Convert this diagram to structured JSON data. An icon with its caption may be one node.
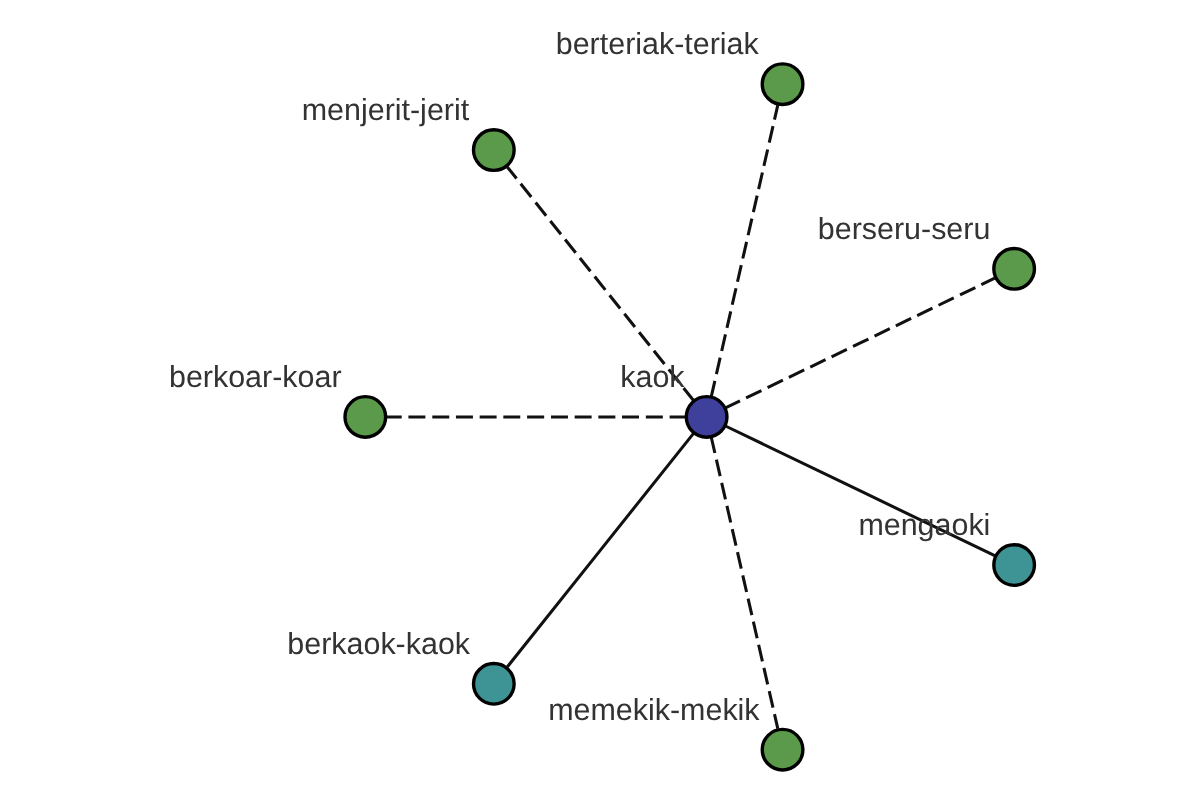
{
  "diagram": {
    "nodes": [
      {
        "text": [],
        "shape": "circle",
        "beside": [
          "berseru-seru"
        ]
      },
      {
        "text": [],
        "shape": "circle",
        "beside": [
          "berteriak-teriak"
        ]
      },
      {
        "text": [],
        "shape": "circle",
        "beside": [
          "menjerit-jerit"
        ]
      },
      {
        "text": [],
        "shape": "circle",
        "beside": [
          "kaok"
        ]
      },
      {
        "text": [],
        "shape": "circle",
        "beside": [
          "berkoar-koar"
        ]
      },
      {
        "text": [],
        "shape": "circle",
        "beside": [
          "berkaok-kaok"
        ]
      },
      {
        "text": [],
        "shape": "circle",
        "beside": [
          "memekik-mekik"
        ]
      },
      {
        "text": [],
        "shape": "circle",
        "beside": [
          "mengaoki"
        ]
      }
    ],
    "edges": [
      {
        "from": 3,
        "to": 0,
        "arrow": "none",
        "style": "dashed"
      },
      {
        "from": 3,
        "to": 1,
        "arrow": "none",
        "style": "dashed"
      },
      {
        "from": 3,
        "to": 2,
        "arrow": "none",
        "style": "dashed"
      },
      {
        "from": 3,
        "to": 4,
        "arrow": "none",
        "style": "dashed"
      },
      {
        "from": 3,
        "to": 5,
        "arrow": "none"
      },
      {
        "from": 3,
        "to": 6,
        "arrow": "none",
        "style": "dashed"
      },
      {
        "from": 3,
        "to": 7,
        "arrow": "none"
      }
    ]
  }
}
